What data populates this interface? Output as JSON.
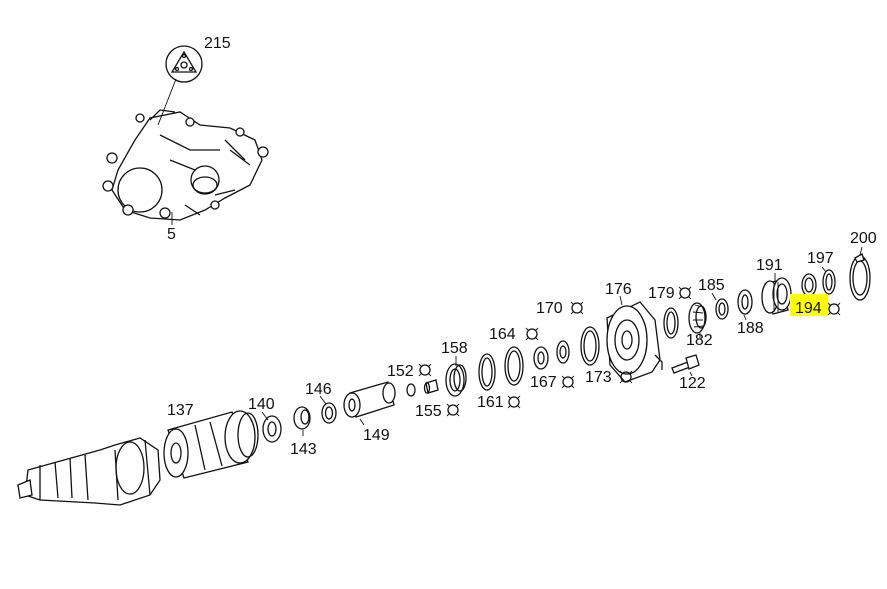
{
  "diagram": {
    "highlight_color": "#ffff00",
    "line_color": "#111111",
    "parts": [
      {
        "id": "5",
        "label": "5"
      },
      {
        "id": "215",
        "label": "215"
      },
      {
        "id": "137",
        "label": "137"
      },
      {
        "id": "140",
        "label": "140"
      },
      {
        "id": "143",
        "label": "143"
      },
      {
        "id": "146",
        "label": "146"
      },
      {
        "id": "149",
        "label": "149"
      },
      {
        "id": "152",
        "label": "152"
      },
      {
        "id": "155",
        "label": "155"
      },
      {
        "id": "158",
        "label": "158"
      },
      {
        "id": "161",
        "label": "161"
      },
      {
        "id": "164",
        "label": "164"
      },
      {
        "id": "167",
        "label": "167"
      },
      {
        "id": "170",
        "label": "170"
      },
      {
        "id": "173",
        "label": "173"
      },
      {
        "id": "176",
        "label": "176"
      },
      {
        "id": "179",
        "label": "179"
      },
      {
        "id": "182",
        "label": "182"
      },
      {
        "id": "185",
        "label": "185"
      },
      {
        "id": "188",
        "label": "188"
      },
      {
        "id": "122",
        "label": "122"
      },
      {
        "id": "191",
        "label": "191"
      },
      {
        "id": "194",
        "label": "194",
        "highlighted": true
      },
      {
        "id": "197",
        "label": "197"
      },
      {
        "id": "200",
        "label": "200"
      }
    ]
  }
}
